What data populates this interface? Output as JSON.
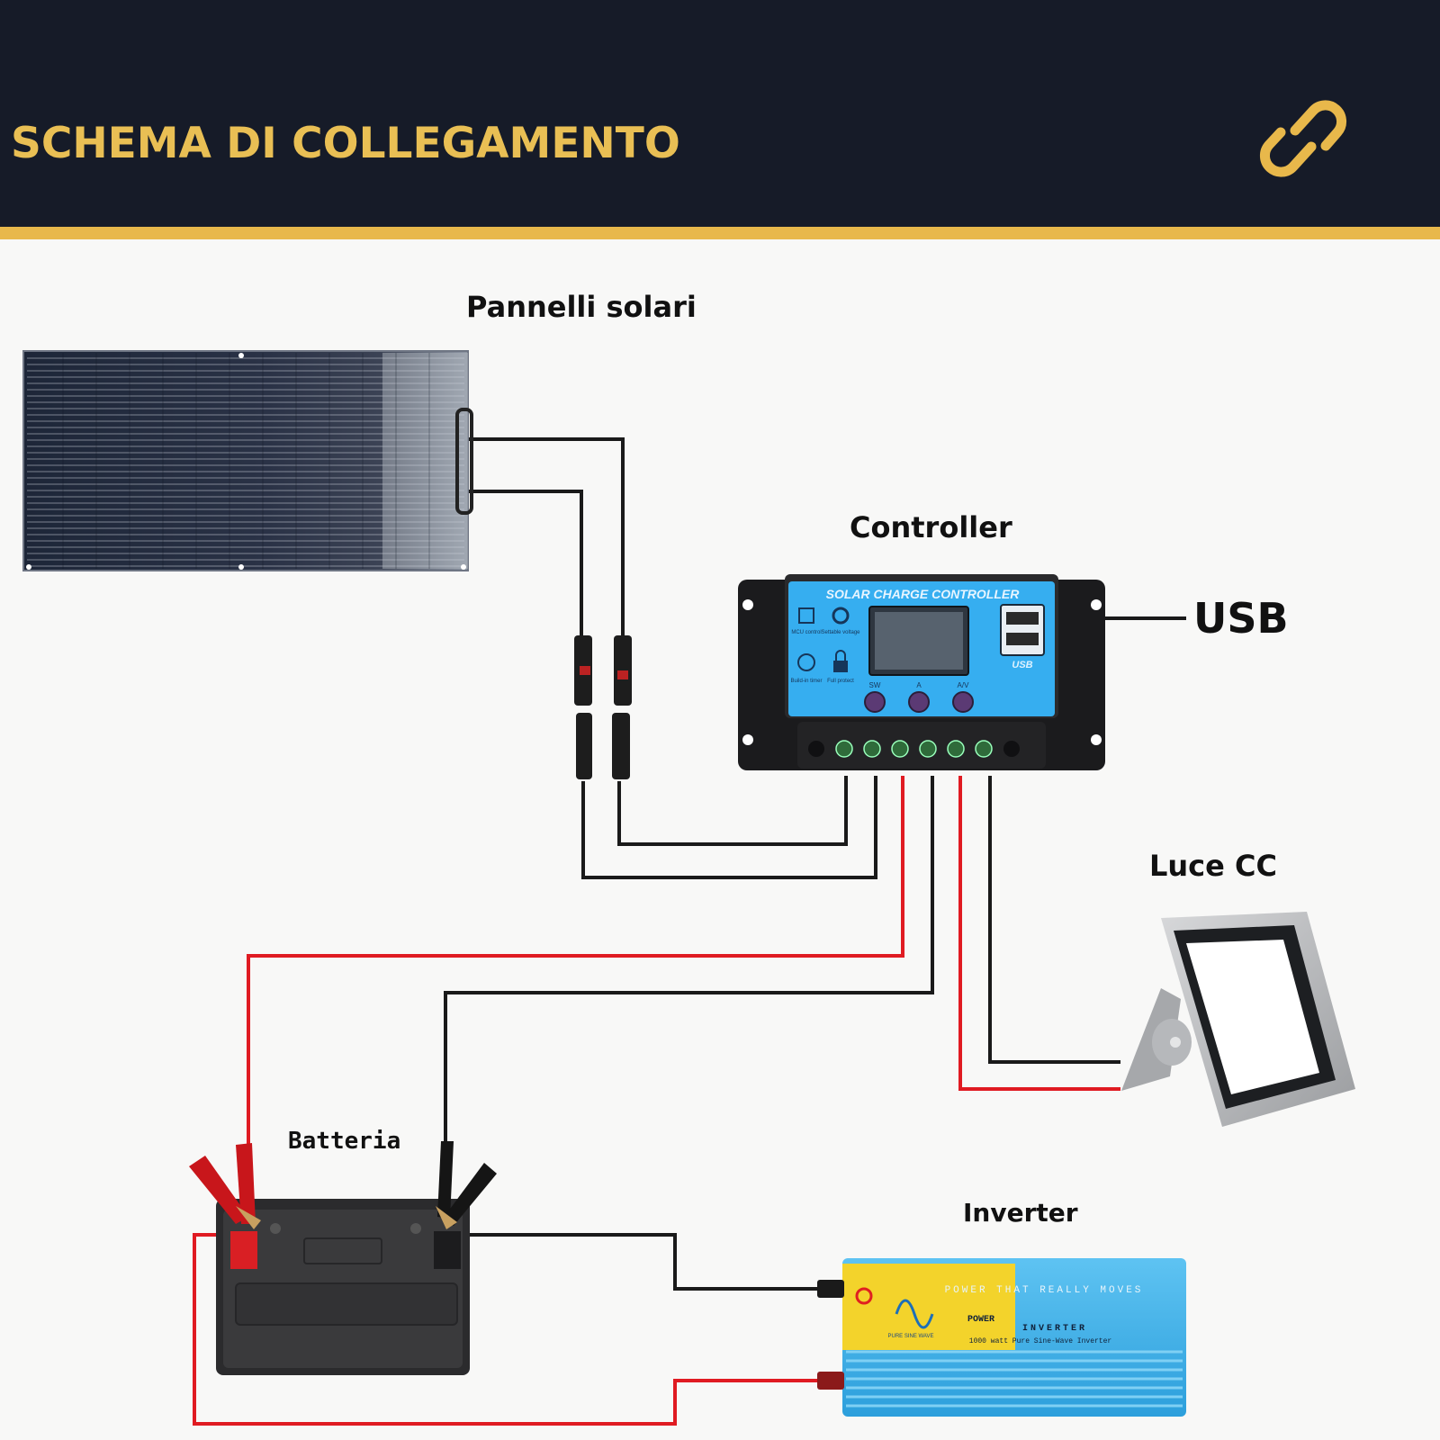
{
  "header": {
    "title": "SCHEMA DI COLLEGAMENTO",
    "icon": "link-icon",
    "background": "#161b28",
    "accent": "#e8b84b"
  },
  "labels": {
    "solar_panel": "Pannelli solari",
    "controller": "Controller",
    "usb": "USB",
    "dc_light": "Luce CC",
    "battery": "Batteria",
    "inverter": "Inverter"
  },
  "controller_panel": {
    "title": "SOLAR CHARGE CONTROLLER",
    "left_icons": [
      "MCU control",
      "Settable voltage",
      "Build-in timer",
      "Full protect"
    ],
    "button_labels": [
      "SW",
      "A",
      "A/V"
    ],
    "usb_marking": "USB"
  },
  "inverter_panel": {
    "slogan": "POWER THAT REALLY MOVES",
    "brand_line1": "POWER",
    "brand_line2": "INVERTER",
    "spec": "1000 watt Pure Sine-Wave Inverter",
    "wave_caption": "PURE SINE WAVE"
  },
  "wire_colors": {
    "positive": "#e01b22",
    "negative": "#1a1a1a"
  }
}
